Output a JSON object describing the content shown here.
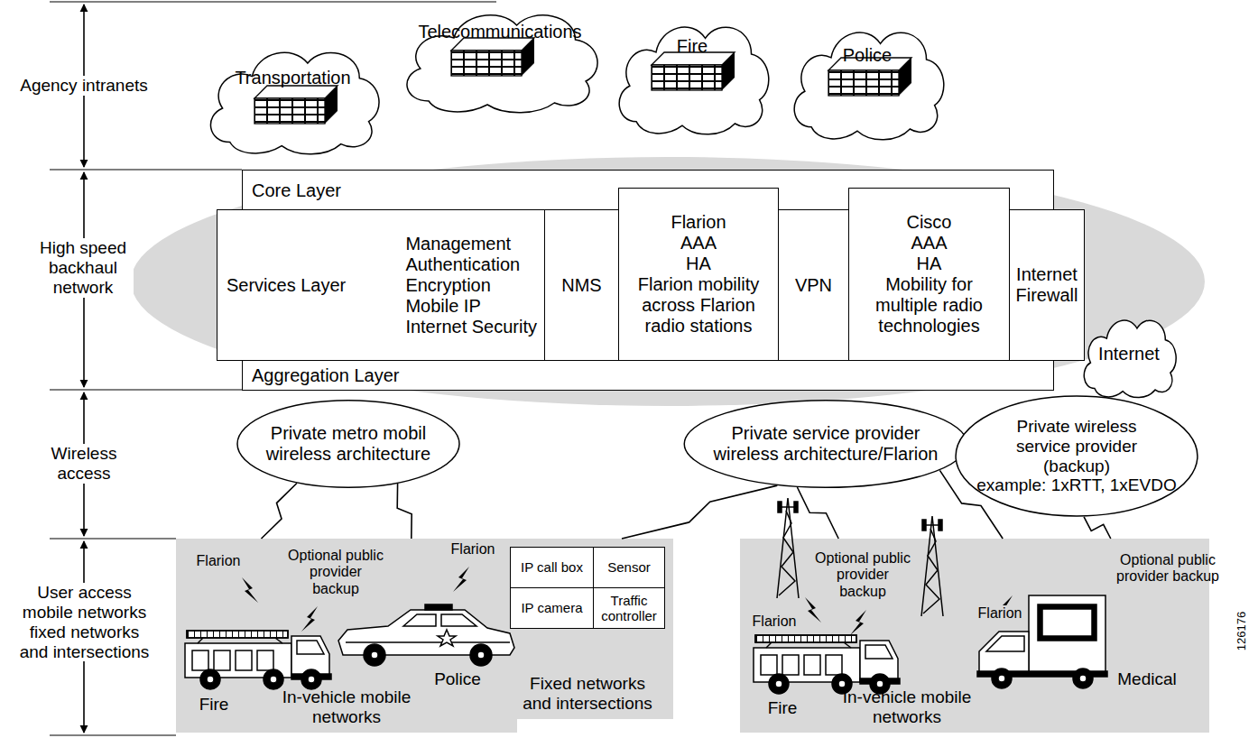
{
  "diagram": {
    "nodes": [
      {
        "text": [
          "Transportation"
        ]
      },
      {
        "text": [
          "Telecommunications"
        ]
      },
      {
        "text": [
          "Fire"
        ]
      },
      {
        "text": [
          "Police"
        ]
      },
      {
        "text": [
          "Core Layer"
        ]
      },
      {
        "text": [
          "Services Layer",
          "Management",
          "Authentication",
          "Encryption",
          "Mobile IP",
          "Internet Security"
        ]
      },
      {
        "text": [
          "NMS"
        ]
      },
      {
        "text": [
          "Flarion",
          "AAA",
          "HA",
          "Flarion mobility across Flarion radio stations"
        ]
      },
      {
        "text": [
          "VPN"
        ]
      },
      {
        "text": [
          "Cisco",
          "AAA",
          "HA",
          "Mobility for multiple radio technologies"
        ]
      },
      {
        "text": [
          "Internet Firewall"
        ]
      },
      {
        "text": [
          "Aggregation Layer"
        ]
      },
      {
        "text": [
          "Internet"
        ]
      },
      {
        "text": [
          "Private metro mobil wireless architecture"
        ]
      },
      {
        "text": [
          "Private service provider wireless architecture/Flarion"
        ]
      },
      {
        "text": [
          "Private wireless service provider (backup)",
          "example: 1xRTT, 1xEVDO"
        ]
      },
      {
        "text": [
          "In-vehicle mobile networks"
        ]
      },
      {
        "text": [
          "Fixed networks and intersections"
        ]
      },
      {
        "text": [
          "IP call box"
        ],
        "in": 17
      },
      {
        "text": [
          "Sensor"
        ],
        "in": 17
      },
      {
        "text": [
          "IP camera"
        ],
        "in": 17
      },
      {
        "text": [
          "Traffic controller"
        ],
        "in": 17
      },
      {
        "text": [
          "In-vehicle mobile networks"
        ]
      }
    ],
    "edges": [
      {
        "from": 16,
        "to": 13,
        "arrow": "none"
      },
      {
        "from": 16,
        "to": 13,
        "arrow": "none"
      },
      {
        "from": 17,
        "to": 14,
        "arrow": "none"
      },
      {
        "from": 22,
        "to": 14,
        "arrow": "none"
      },
      {
        "from": 22,
        "to": 14,
        "arrow": "none"
      },
      {
        "from": 22,
        "to": 15,
        "arrow": "none"
      }
    ],
    "labels": [
      "Agency intranets",
      "High speed backhaul network",
      "Wireless access",
      "User access mobile networks fixed networks and intersections",
      "Flarion",
      "Optional public provider backup",
      "Flarion",
      "Fire",
      "Police",
      "Flarion",
      "Optional public provider backup",
      "Flarion",
      "Fire",
      "Medical",
      "Optional public provider backup",
      "126176"
    ]
  }
}
